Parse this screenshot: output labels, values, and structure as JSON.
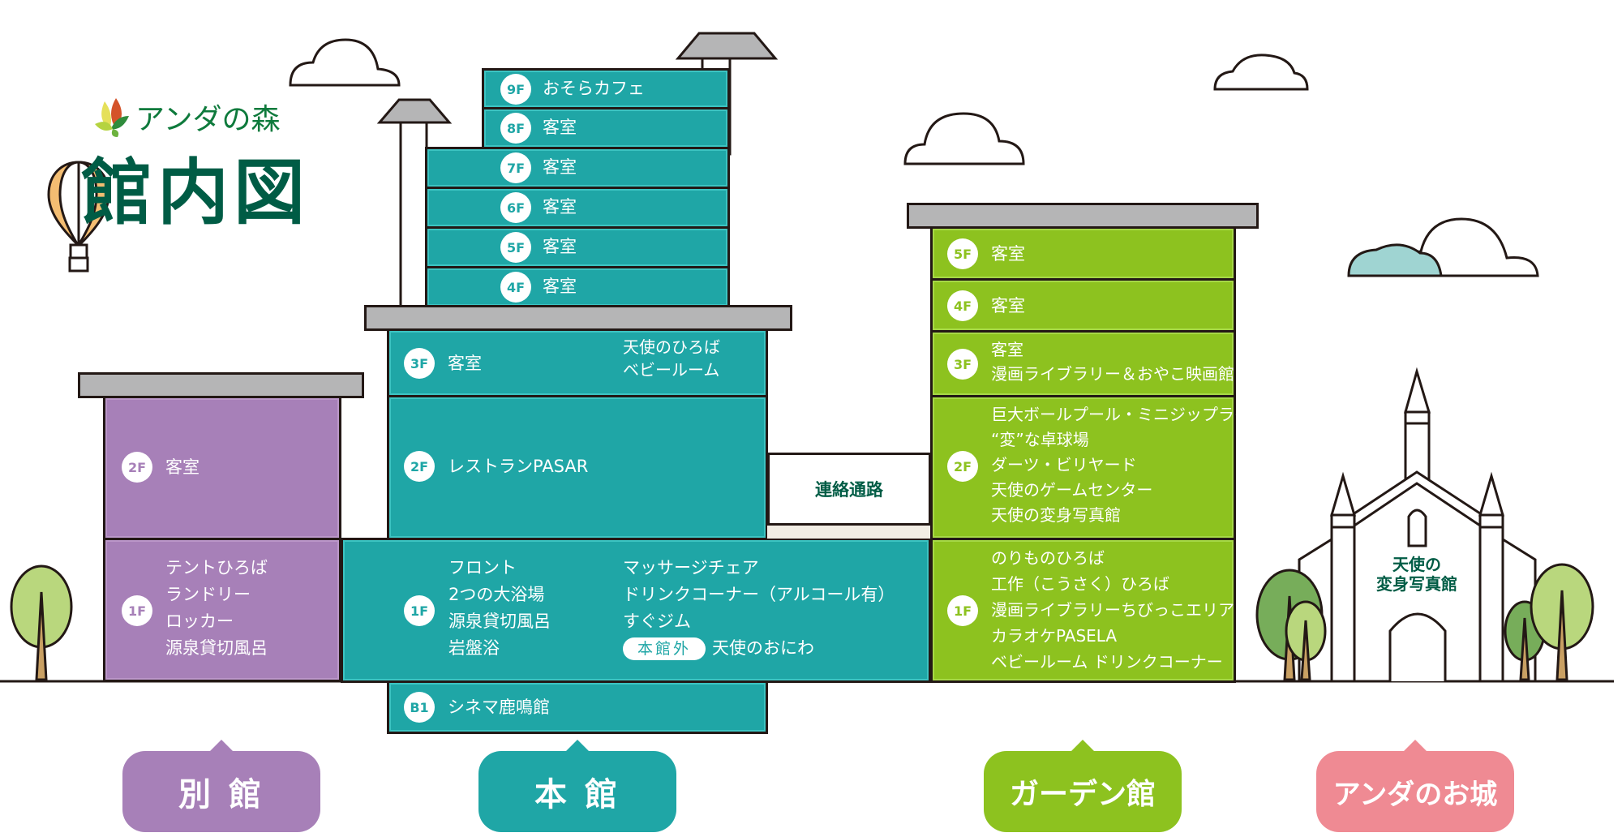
{
  "brand": {
    "name": "アンダの森",
    "title": "館内図"
  },
  "colors": {
    "main": "#1fa6a6",
    "garden": "#8dc21f",
    "annex": "#a780b8",
    "castle": "#ef8a93",
    "title": "#005c45"
  },
  "annex": {
    "label": "別 館",
    "floors": [
      {
        "badge": "2F",
        "items": [
          "客室"
        ]
      },
      {
        "badge": "1F",
        "items": [
          "テントひろば",
          "ランドリー",
          "ロッカー",
          "源泉貸切風呂"
        ]
      }
    ]
  },
  "main": {
    "label": "本 館",
    "tower": [
      {
        "badge": "9F",
        "items": [
          "おそらカフェ"
        ]
      },
      {
        "badge": "8F",
        "items": [
          "客室"
        ]
      },
      {
        "badge": "7F",
        "items": [
          "客室"
        ]
      },
      {
        "badge": "6F",
        "items": [
          "客室"
        ]
      },
      {
        "badge": "5F",
        "items": [
          "客室"
        ]
      },
      {
        "badge": "4F",
        "items": [
          "客室"
        ]
      }
    ],
    "f3": {
      "badge": "3F",
      "items": [
        "客室"
      ],
      "items_right": [
        "天使のひろば",
        "ベビールーム"
      ]
    },
    "f2": {
      "badge": "2F",
      "items": [
        "レストランPASAR"
      ]
    },
    "f1": {
      "badge": "1F",
      "items": [
        "フロント",
        "2つの大浴場",
        "源泉貸切風呂",
        "岩盤浴"
      ],
      "items_right": [
        "マッサージチェア",
        "ドリンクコーナー（アルコール有）",
        "すぐジム"
      ],
      "outside_tag": "本館外",
      "outside_item": "天使のおにわ"
    },
    "b1": {
      "badge": "B1",
      "items": [
        "シネマ鹿鳴館"
      ]
    }
  },
  "connector": {
    "label": "連絡通路"
  },
  "garden": {
    "label": "ガーデン館",
    "floors": [
      {
        "badge": "5F",
        "items": [
          "客室"
        ]
      },
      {
        "badge": "4F",
        "items": [
          "客室"
        ]
      },
      {
        "badge": "3F",
        "items": [
          "客室",
          "漫画ライブラリー＆おやこ映画館"
        ]
      },
      {
        "badge": "2F",
        "items": [
          "巨大ボールプール・ミニジップライン",
          "“変”な卓球場",
          "ダーツ・ビリヤード",
          "天使のゲームセンター",
          "天使の変身写真館"
        ]
      },
      {
        "badge": "1F",
        "items": [
          "のりものひろば",
          "工作（こうさく）ひろば",
          "漫画ライブラリーちびっこエリア",
          "カラオケPASELA",
          "ベビールーム ドリンクコーナー"
        ]
      }
    ]
  },
  "castle": {
    "label": "アンダのお城",
    "sign_line1": "天使の",
    "sign_line2": "変身写真館"
  }
}
